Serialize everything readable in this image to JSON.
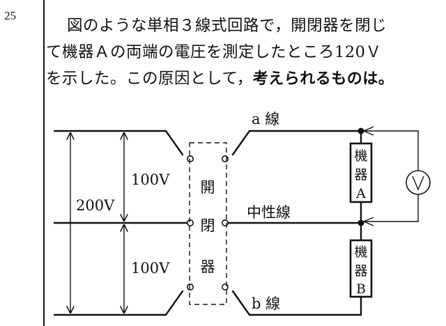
{
  "question": {
    "number": "25",
    "line1": "図のような単相３線式回路で，開閉器を閉じ",
    "line2": "て機器Ａの両端の電圧を測定したところ120Ｖ",
    "line3_plain": "を示した。この原因として，",
    "line3_emph": "考えられるものは。"
  },
  "diagram": {
    "label_a_line": "a 線",
    "label_neutral": "中性線",
    "label_b_line": "b 線",
    "label_200v": "200V",
    "label_100v_upper": "100V",
    "label_100v_lower": "100V",
    "switch_chars": [
      "開",
      "閉",
      "器"
    ],
    "device_a_chars": [
      "機",
      "器",
      "A"
    ],
    "device_b_chars": [
      "機",
      "器",
      "B"
    ],
    "voltmeter_symbol": "V"
  }
}
